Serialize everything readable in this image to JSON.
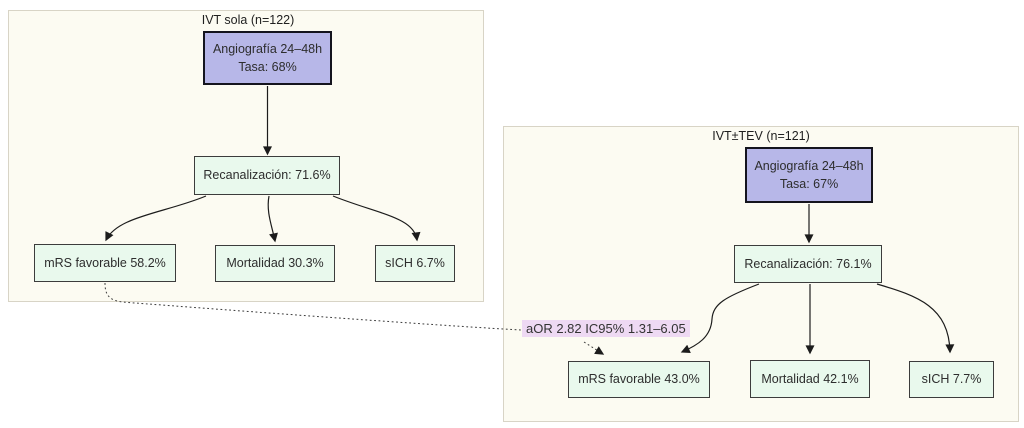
{
  "panels": [
    {
      "id": "ivt-sola",
      "title": "IVT sola (n=122)",
      "nodes": {
        "angiografia": {
          "line1": "Angiografía 24–48h",
          "line2": "Tasa: 68%"
        },
        "recanalizacion": "Recanalización: 71.6%",
        "mrs": "mRS favorable 58.2%",
        "mortalidad": "Mortalidad 30.3%",
        "sich": "sICH 6.7%"
      }
    },
    {
      "id": "ivt-tev",
      "title": "IVT±TEV (n=121)",
      "nodes": {
        "angiografia": {
          "line1": "Angiografía 24–48h",
          "line2": "Tasa: 67%"
        },
        "recanalizacion": "Recanalización: 76.1%",
        "mrs": "mRS favorable 43.0%",
        "mortalidad": "Mortalidad 42.1%",
        "sich": "sICH 7.7%"
      }
    }
  ],
  "annotation": {
    "text": "aOR 2.82 IC95% 1.31–6.05"
  },
  "colors": {
    "angiografia_fill": "#b7b7e8",
    "angiografia_border": "#14141e",
    "outcome_fill": "#e9f9ed",
    "outcome_border": "#3c3c3c",
    "panel_fill": "#fcfbf2",
    "panel_border": "#d8d4c6",
    "annotation_bg": "#eed9f3",
    "line": "#1c1c1c"
  }
}
